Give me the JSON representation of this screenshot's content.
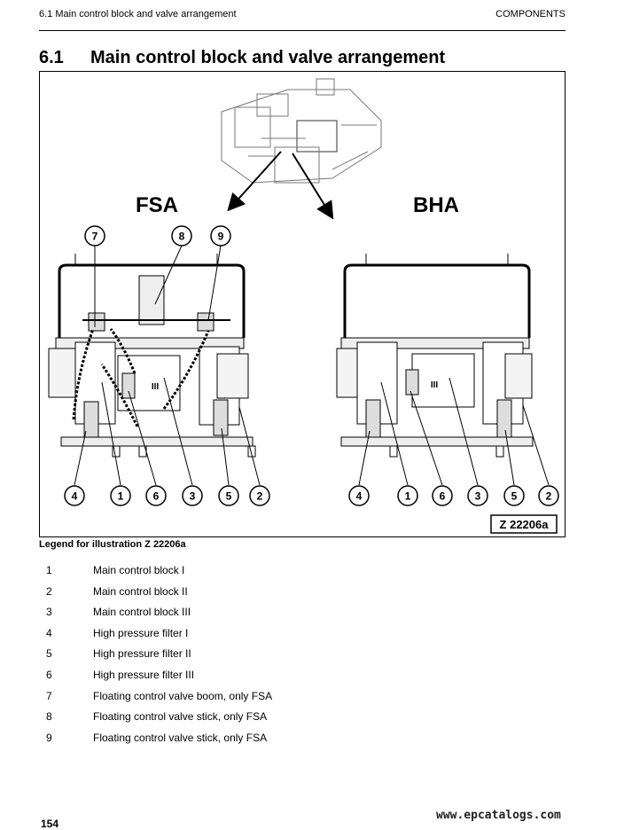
{
  "header": {
    "section": "6.1 Main control block and valve arrangement",
    "chapter": "COMPONENTS"
  },
  "title": {
    "number": "6.1",
    "text": "Main control block and valve arrangement"
  },
  "figure": {
    "label_left": "FSA",
    "label_right": "BHA",
    "id": "Z 22206a",
    "callouts_top": [
      "7",
      "8",
      "9"
    ],
    "callouts_bottom": [
      "4",
      "1",
      "6",
      "3",
      "5",
      "2"
    ],
    "roman": [
      "III"
    ]
  },
  "legend": {
    "title": "Legend for illustration Z 22206a",
    "items": [
      {
        "num": "1",
        "text": "Main control block I"
      },
      {
        "num": "2",
        "text": "Main control block II"
      },
      {
        "num": "3",
        "text": "Main control block III"
      },
      {
        "num": "4",
        "text": "High pressure filter I"
      },
      {
        "num": "5",
        "text": "High pressure filter II"
      },
      {
        "num": "6",
        "text": "High pressure filter III"
      },
      {
        "num": "7",
        "text": "Floating control valve boom, only FSA"
      },
      {
        "num": "8",
        "text": "Floating control valve stick, only FSA"
      },
      {
        "num": "9",
        "text": "Floating control valve stick, only FSA"
      }
    ]
  },
  "footer": {
    "page": "154",
    "watermark": "www.epcatalogs.com"
  }
}
